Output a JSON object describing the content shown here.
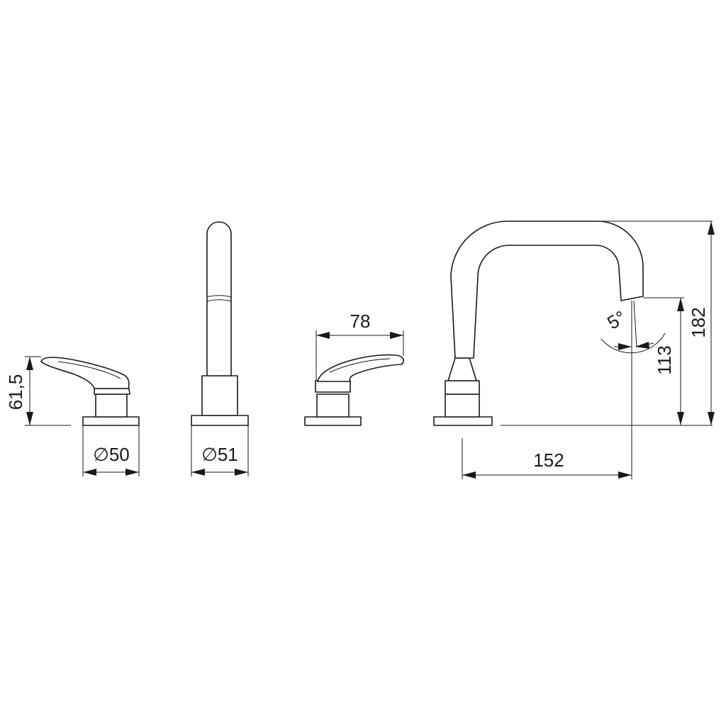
{
  "dimensions": {
    "handle_height": "61,5",
    "handle_base_diameter": "∅50",
    "diverter_base_diameter": "∅51",
    "handle_lever_length": "78",
    "spout_total_height": "182",
    "spout_outlet_height": "113",
    "spout_angle": "5°",
    "spout_reach": "152"
  }
}
